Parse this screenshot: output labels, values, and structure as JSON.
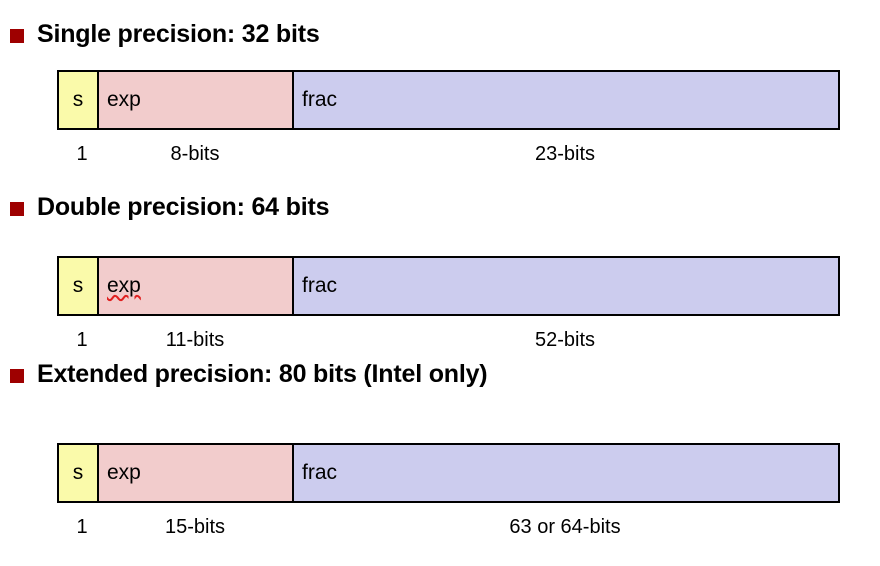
{
  "slide": {
    "sections": [
      {
        "heading": "Single precision: 32 bits",
        "bullet_color": "#9E0000",
        "fields": {
          "sign": "s",
          "exponent": "exp",
          "fraction": "frac"
        },
        "exponent_misspelled": false,
        "sizes": {
          "sign": "1",
          "exponent": "8-bits",
          "fraction": "23-bits"
        }
      },
      {
        "heading": "Double precision: 64 bits",
        "bullet_color": "#9E0000",
        "fields": {
          "sign": "s",
          "exponent": "exp",
          "fraction": "frac"
        },
        "exponent_misspelled": true,
        "sizes": {
          "sign": "1",
          "exponent": "11-bits",
          "fraction": "52-bits"
        }
      },
      {
        "heading": "Extended precision: 80 bits (Intel only)",
        "bullet_color": "#9E0000",
        "fields": {
          "sign": "s",
          "exponent": "exp",
          "fraction": "frac"
        },
        "exponent_misspelled": false,
        "sizes": {
          "sign": "1",
          "exponent": "15-bits",
          "fraction": "63 or 64-bits"
        }
      }
    ],
    "colors": {
      "sign_fill": "#FAFAAA",
      "exponent_fill": "#F2CCCC",
      "fraction_fill": "#CCCCEE",
      "border": "#000000",
      "bullet": "#9E0000",
      "spellcheck_underline": "#E02020"
    }
  }
}
